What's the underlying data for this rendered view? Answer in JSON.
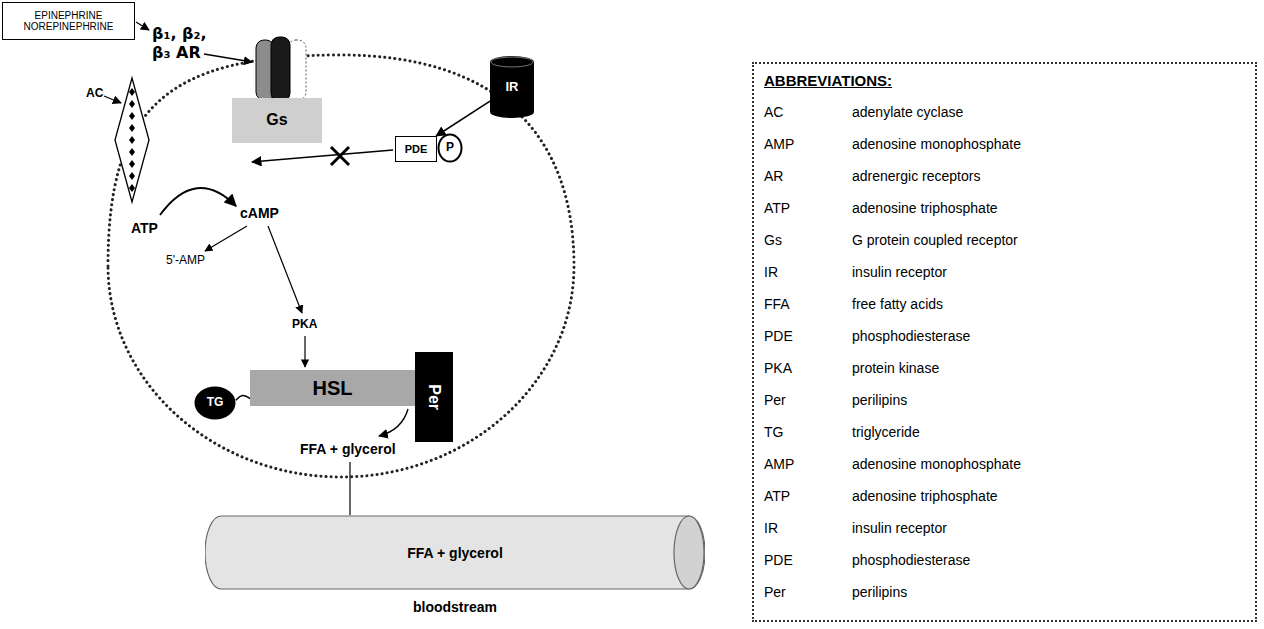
{
  "diagram": {
    "nodes": [
      {
        "text": [
          "EPINEPHRINE",
          "NOREPINEPHRINE"
        ]
      },
      {
        "text": [
          "Gs"
        ]
      },
      {
        "text": [
          "IR"
        ]
      },
      {
        "text": [
          "PDE"
        ]
      },
      {
        "text": [
          "P"
        ]
      },
      {
        "text": [
          "HSL"
        ]
      },
      {
        "text": [
          "Per"
        ]
      },
      {
        "text": [
          "TG"
        ]
      },
      {
        "text": [
          "FFA + glycerol",
          "bloodstream"
        ]
      },
      {
        "text": [
          "ABBREVIATIONS:",
          "AC",
          "adenylate cyclase",
          "AMP",
          "adenosine monophosphate",
          "AR",
          "adrenergic receptors",
          "ATP",
          "adenosine triphosphate",
          "Gs",
          "G protein coupled receptor",
          "IR",
          "insulin receptor",
          "FFA",
          "free fatty acids",
          "PDE",
          "phosphodiesterase",
          "PKA",
          "protein kinase",
          "Per",
          "perilipins",
          "TG",
          "triglyceride",
          "AMP",
          "adenosine monophosphate",
          "ATP",
          "adenosine triphosphate",
          "IR",
          "insulin receptor",
          "PDE",
          "phosphodiesterase",
          "Per",
          "perilipins"
        ]
      }
    ],
    "edges": [
      {
        "from": 2,
        "to": 3,
        "arrow": "to"
      },
      {
        "from": 7,
        "to": 5,
        "arrow": "none"
      }
    ],
    "labels": [
      "β₁, β₂, β₃ AR",
      "AC",
      "ATP",
      "cAMP",
      "5'-AMP",
      "PKA",
      "FFA + glycerol"
    ]
  }
}
